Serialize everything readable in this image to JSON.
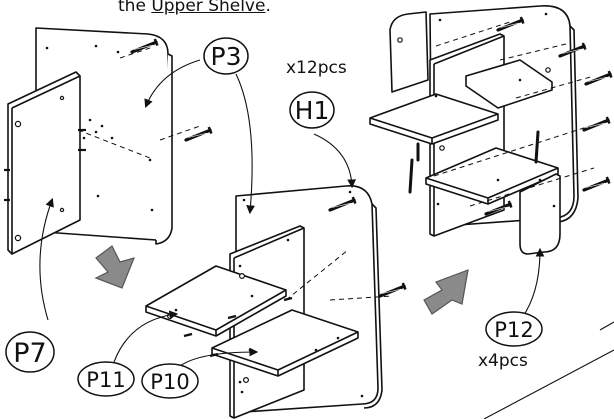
{
  "instruction": {
    "prefix": "the ",
    "link_text": "Upper Shelve",
    "suffix": "."
  },
  "parts": {
    "p3": "P3",
    "h1": "H1",
    "p7": "P7",
    "p11": "P11",
    "p10": "P10",
    "p12": "P12"
  },
  "quantities": {
    "h1": "x12pcs",
    "p12": "x4pcs"
  },
  "colors": {
    "line": "#111111",
    "panel": "#ffffff",
    "arrow_fill": "#8a8a8a",
    "arrow_stroke": "#555555"
  },
  "icons": [
    "step-arrow-icon",
    "screw-icon",
    "callout-arrow-icon"
  ]
}
